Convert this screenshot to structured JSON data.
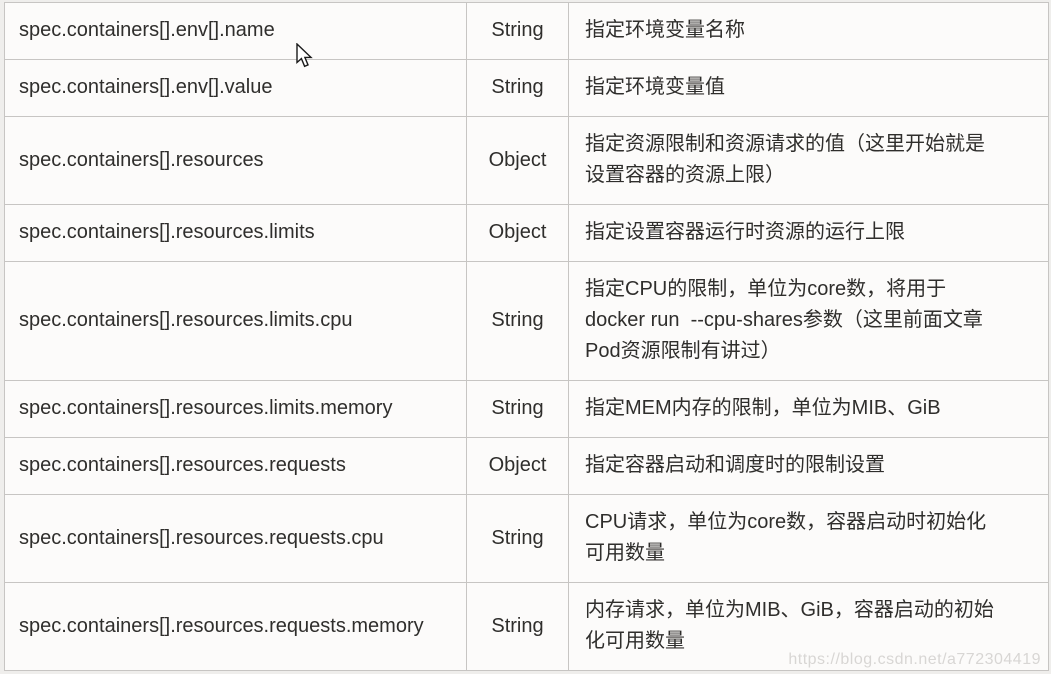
{
  "table": {
    "rows": [
      {
        "field": "spec.containers[].env[].name",
        "type": "String",
        "description": "指定环境变量名称"
      },
      {
        "field": "spec.containers[].env[].value",
        "type": "String",
        "description": "指定环境变量值"
      },
      {
        "field": "spec.containers[].resources",
        "type": "Object",
        "description": "指定资源限制和资源请求的值（这里开始就是\n设置容器的资源上限）"
      },
      {
        "field": "spec.containers[].resources.limits",
        "type": "Object",
        "description": "指定设置容器运行时资源的运行上限"
      },
      {
        "field": "spec.containers[].resources.limits.cpu",
        "type": "String",
        "description": "指定CPU的限制，单位为core数，将用于\ndocker run  --cpu-shares参数（这里前面文章\nPod资源限制有讲过）"
      },
      {
        "field": "spec.containers[].resources.limits.memory",
        "type": "String",
        "description": "指定MEM内存的限制，单位为MIB、GiB"
      },
      {
        "field": "spec.containers[].resources.requests",
        "type": "Object",
        "description": "指定容器启动和调度时的限制设置"
      },
      {
        "field": "spec.containers[].resources.requests.cpu",
        "type": "String",
        "description": "CPU请求，单位为core数，容器启动时初始化\n可用数量"
      },
      {
        "field": "spec.containers[].resources.requests.memory",
        "type": "String",
        "description": "内存请求，单位为MIB、GiB，容器启动的初始\n化可用数量"
      }
    ]
  },
  "watermark": {
    "text": "https://blog.csdn.net/a772304419"
  },
  "colors": {
    "text": "#2f2e2c",
    "border": "#c7c5c3",
    "table_background": "#fcfbfa",
    "page_background": "#efeeec",
    "watermark": "#d8d6d4"
  }
}
